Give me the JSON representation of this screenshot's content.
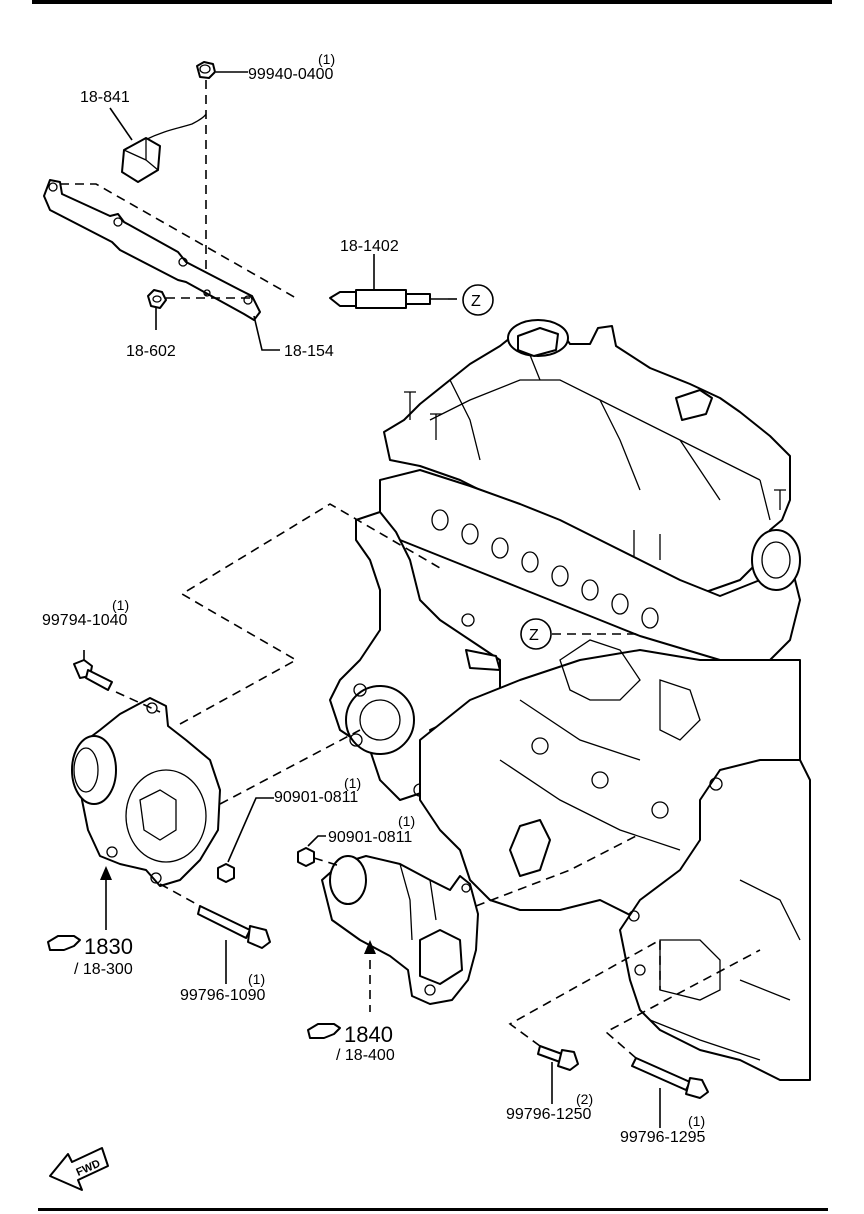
{
  "callouts": [
    {
      "id": "nut-top",
      "part": "99940-0400",
      "qty": "(1)"
    },
    {
      "id": "sensor",
      "part": "18-841"
    },
    {
      "id": "glow-plug",
      "part": "18-1402"
    },
    {
      "id": "nut-left",
      "part": "18-602"
    },
    {
      "id": "bus-bar",
      "part": "18-154"
    },
    {
      "id": "bolt-alt-top",
      "part": "99794-1040",
      "qty": "(1)"
    },
    {
      "id": "nut-alt",
      "part": "90901-0811",
      "qty": "(1)"
    },
    {
      "id": "nut-starter",
      "part": "90901-0811",
      "qty": "(1)"
    },
    {
      "id": "bolt-alt-bottom",
      "part": "99796-1090",
      "qty": "(1)"
    },
    {
      "id": "bolt-starter-1",
      "part": "99796-1250",
      "qty": "(2)"
    },
    {
      "id": "bolt-starter-2",
      "part": "99796-1295",
      "qty": "(1)"
    }
  ],
  "references": [
    {
      "id": "alternator",
      "main": "1830",
      "sub": "/ 18-300"
    },
    {
      "id": "starter",
      "main": "1840",
      "sub": "/ 18-400"
    }
  ],
  "markers": {
    "z": "Z"
  },
  "fwd": "FWD"
}
